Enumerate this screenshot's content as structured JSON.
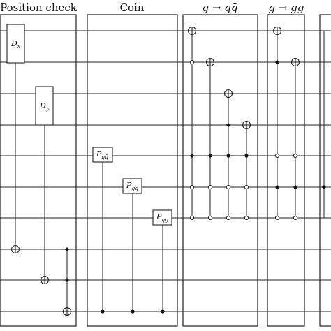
{
  "sections": [
    {
      "id": "position-check",
      "title": "Position check"
    },
    {
      "id": "coin",
      "title": "Coin"
    },
    {
      "id": "g-to-qqbar",
      "title": "g → qq̄"
    },
    {
      "id": "g-to-gg",
      "title": "g → gg"
    }
  ],
  "gates": {
    "position_check": [
      {
        "name": "Dx-gate",
        "letter": "D",
        "sub": "x"
      },
      {
        "name": "Dy-gate",
        "letter": "D",
        "sub": "y"
      }
    ],
    "coin": [
      {
        "name": "Pqqbar-gate",
        "letter": "P",
        "sub": "qq̄"
      },
      {
        "name": "Pgg-gate",
        "letter": "P",
        "sub": "gg"
      },
      {
        "name": "Pqg-gate",
        "letter": "P",
        "sub": "qg"
      }
    ]
  },
  "wire_count": 10,
  "colors": {
    "line": "#222222",
    "background": "#ffffff"
  }
}
